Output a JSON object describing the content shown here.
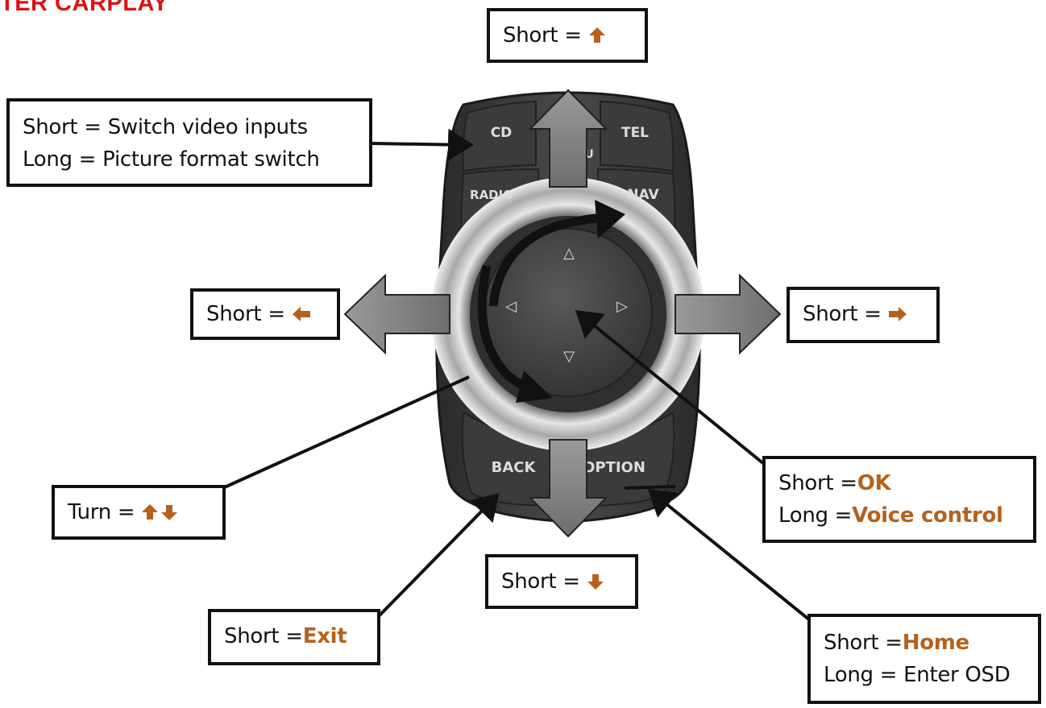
{
  "heading": "TER CARPLAY",
  "controller": {
    "buttons": {
      "cd": "CD",
      "tel": "TEL",
      "radio": "RADIO",
      "nav": "NAV",
      "back": "BACK",
      "option": "OPTION",
      "u": "U"
    },
    "knob_arrows": {
      "up": "△",
      "down": "▽",
      "left": "◁",
      "right": "▷"
    }
  },
  "labels": {
    "up": {
      "prefix": "Short = ",
      "icon": "arrow-up-icon"
    },
    "cd": {
      "line1": "Short = Switch video inputs",
      "line2": "Long = Picture format switch"
    },
    "left": {
      "prefix": "Short = ",
      "icon": "arrow-left-icon"
    },
    "right": {
      "prefix": "Short = ",
      "icon": "arrow-right-icon"
    },
    "ok": {
      "line1_prefix": "Short = ",
      "line1_hl": "OK",
      "line2_prefix": "Long = ",
      "line2_hl": "Voice control"
    },
    "turn": {
      "prefix": "Turn = ",
      "icons": [
        "arrow-up-icon",
        "arrow-down-icon"
      ]
    },
    "down": {
      "prefix": "Short = ",
      "icon": "arrow-down-icon"
    },
    "exit": {
      "prefix": "Short = ",
      "hl": "Exit"
    },
    "home": {
      "line1_prefix": "Short = ",
      "line1_hl": "Home",
      "line2": "Long = Enter OSD"
    }
  },
  "colors": {
    "highlight": "#b5611c",
    "heading": "#e01010",
    "body": "#3a3a3a",
    "frame": "#111111"
  }
}
